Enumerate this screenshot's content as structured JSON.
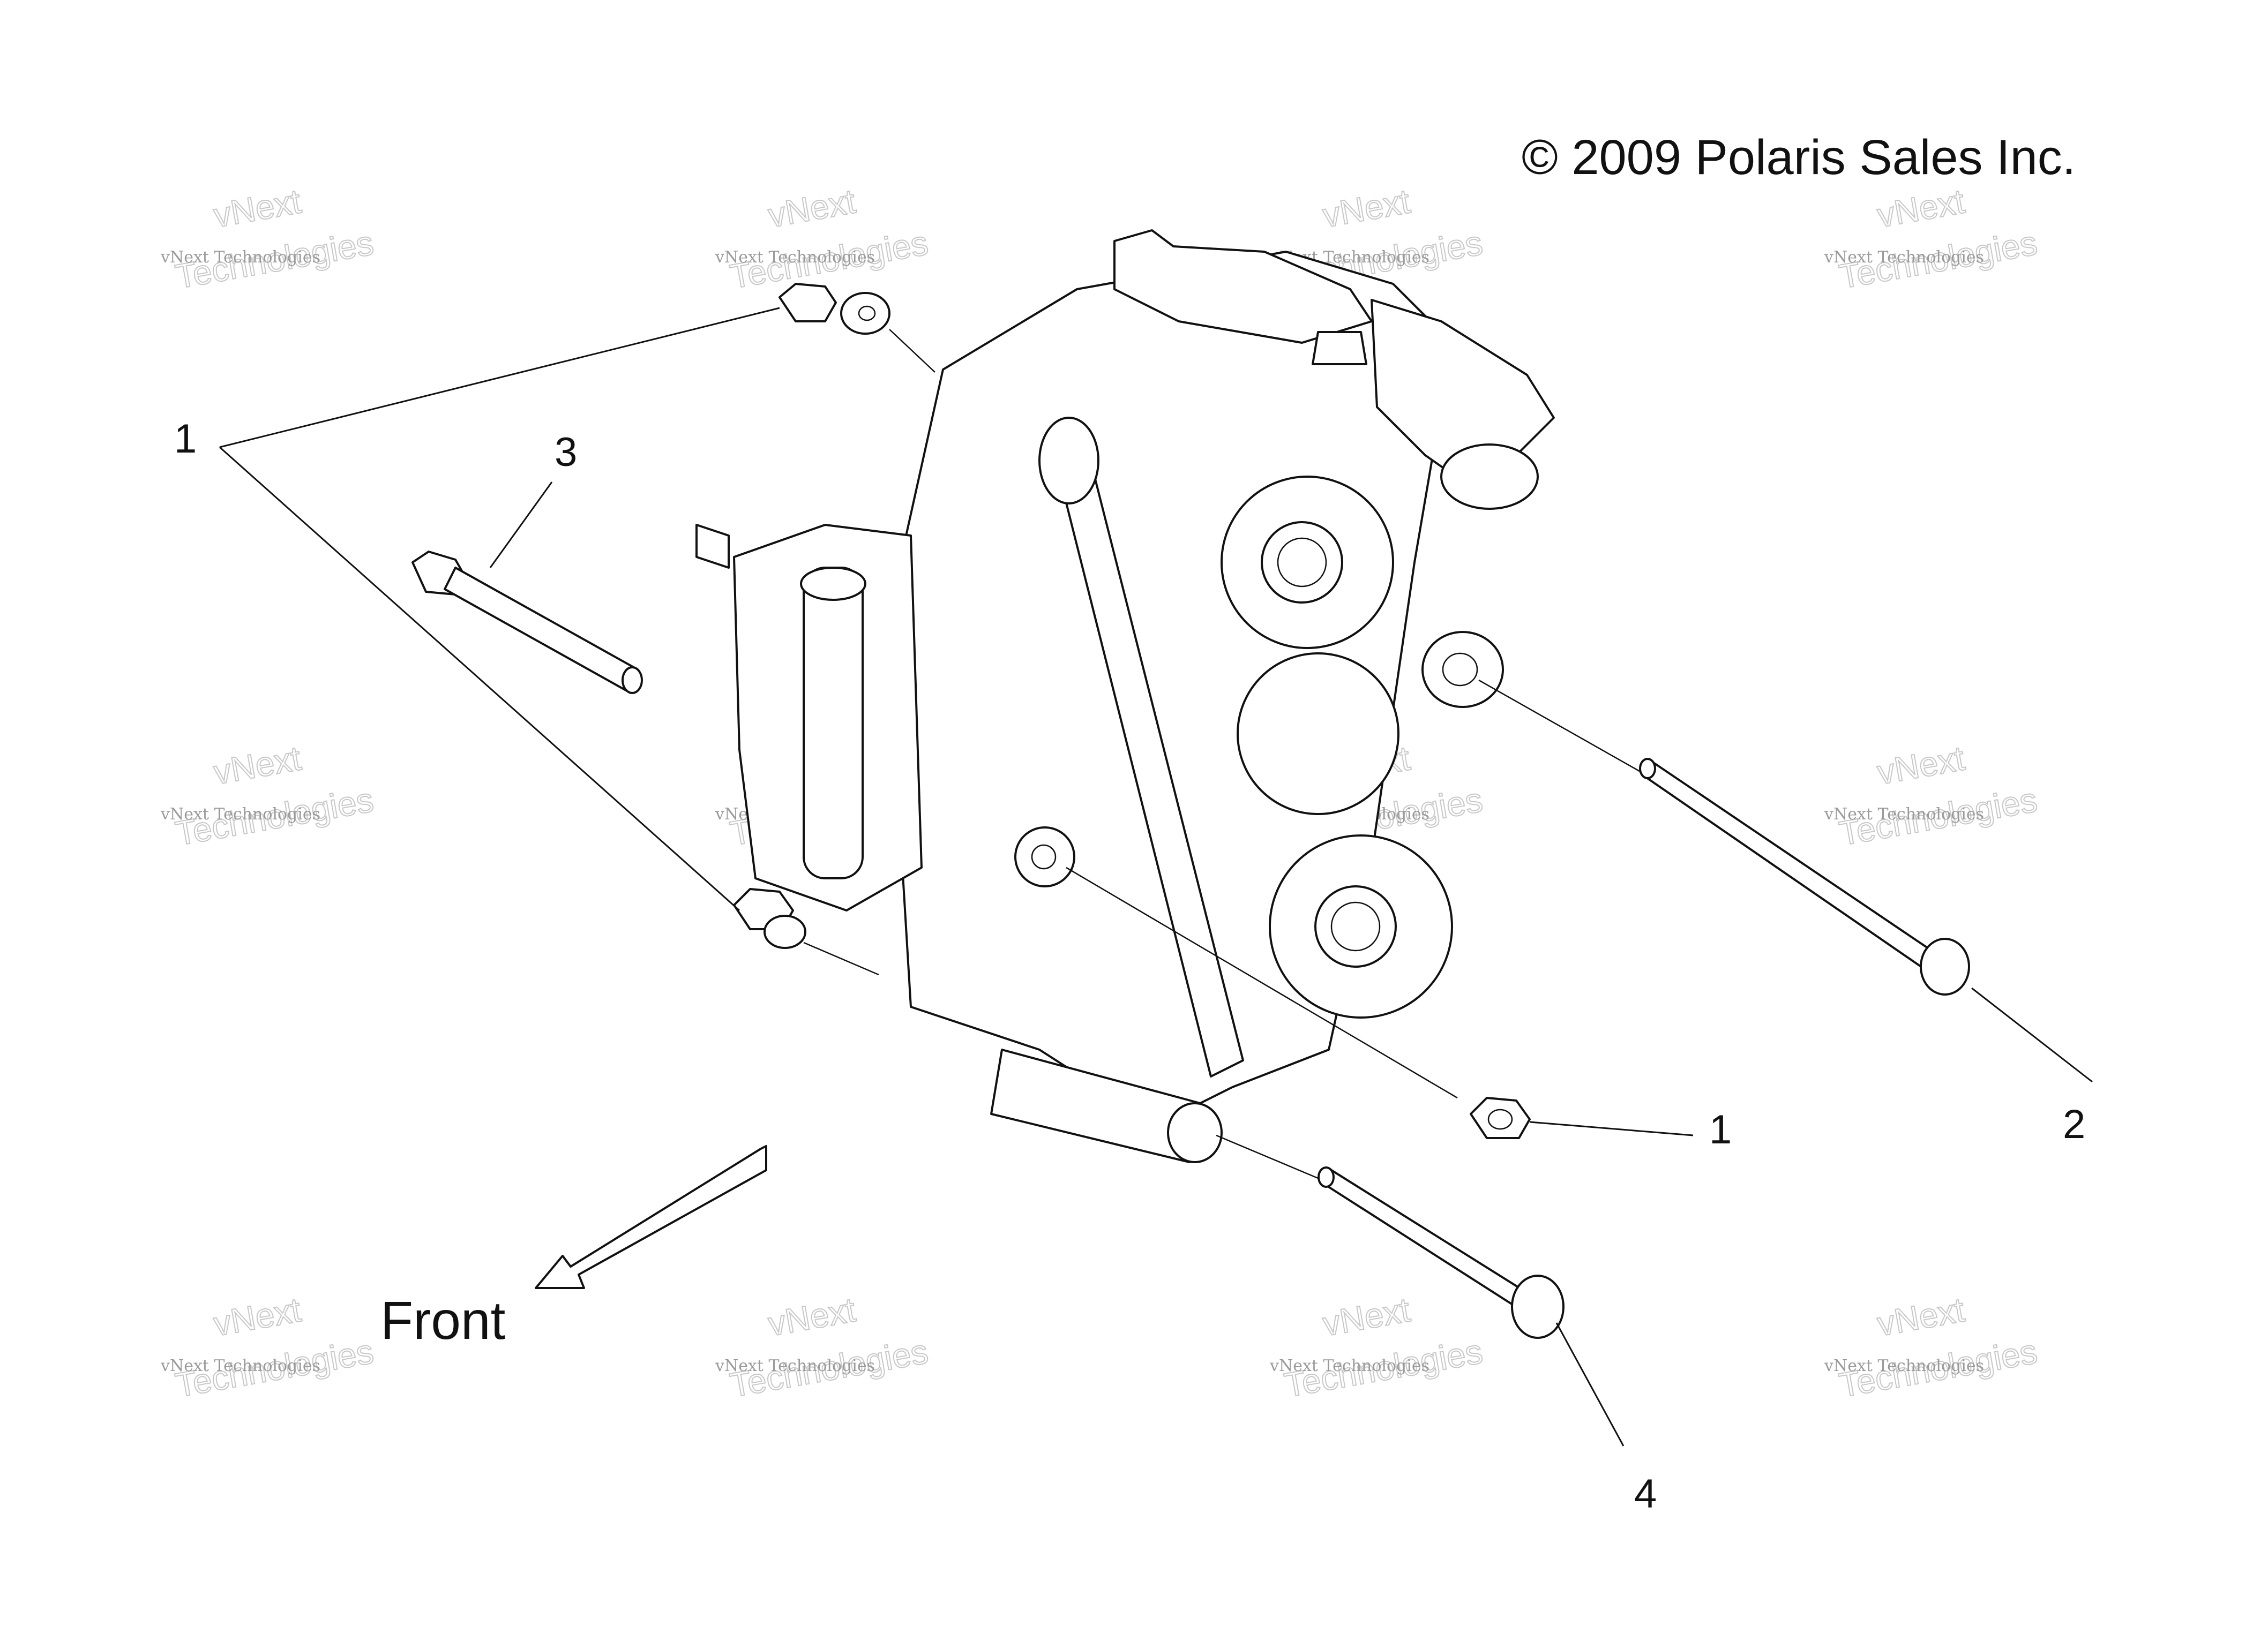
{
  "copyright": "© 2009 Polaris Sales Inc.",
  "front_label": "Front",
  "callouts": [
    "1",
    "3",
    "2",
    "1",
    "4"
  ],
  "watermark": {
    "line1": "vNext Technologies",
    "line2": "vNext",
    "line3": "Technologies"
  }
}
